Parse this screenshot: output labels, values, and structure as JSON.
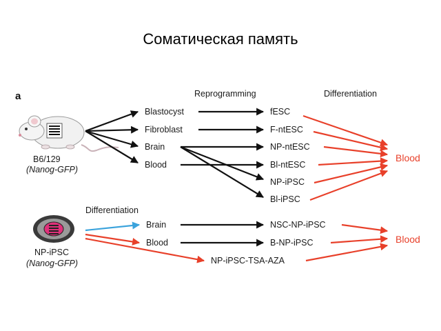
{
  "title": "Соматическая память",
  "panel_letter": "a",
  "headers": {
    "reprogramming": "Reprogramming",
    "differentiation_top": "Differentiation",
    "differentiation_bottom": "Differentiation"
  },
  "mouse": {
    "strain": "B6/129",
    "reporter": "(Nanog-GFP)"
  },
  "cell": {
    "name": "NP-iPSC",
    "reporter": "(Nanog-GFP)"
  },
  "top_sources": [
    "Blastocyst",
    "Fibroblast",
    "Brain",
    "Blood"
  ],
  "top_lines": [
    "fESC",
    "F-ntESC",
    "NP-ntESC",
    "Bl-ntESC",
    "NP-iPSC",
    "Bl-iPSC"
  ],
  "top_target": "Blood",
  "bottom_sources": [
    "Brain",
    "Blood"
  ],
  "bottom_lines": [
    "NSC-NP-iPSC",
    "B-NP-iPSC",
    "NP-iPSC-TSA-AZA"
  ],
  "bottom_target": "Blood",
  "colors": {
    "black_arrow": "#111111",
    "red_arrow": "#e8402a",
    "blue_arrow": "#3ba3dc",
    "cell_fill": "#e0307a"
  }
}
